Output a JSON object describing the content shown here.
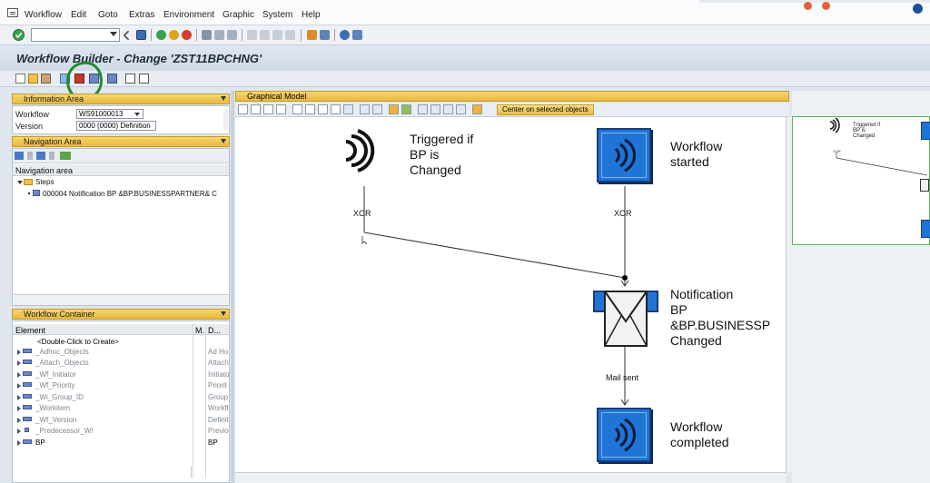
{
  "menu": {
    "items": [
      "Workflow",
      "Edit",
      "Goto",
      "Extras",
      "Environment",
      "Graphic",
      "System",
      "Help"
    ]
  },
  "title": "Workflow Builder - Change 'ZST11BPCHNG'",
  "information_area": {
    "header": "Information Area",
    "workflow_label": "Workflow",
    "workflow_value": "WS91000013",
    "version_label": "Version",
    "version_value": "0000 (0000) Definition"
  },
  "navigation_area": {
    "header": "Navigation Area",
    "subheader": "Navigation area",
    "steps_label": "Steps",
    "step_item": "000004 Notification BP &BP.BUSINESSPARTNER& C"
  },
  "workflow_container": {
    "header": "Workflow Container",
    "columns": [
      "Element",
      "M.",
      "D..."
    ],
    "rows": [
      {
        "element": "<Double-Click to Create>",
        "desc": ""
      },
      {
        "element": "_Adhoc_Objects",
        "desc": "Ad Ho"
      },
      {
        "element": "_Attach_Objects",
        "desc": "Attach"
      },
      {
        "element": "_Wf_Initiator",
        "desc": "Initiato"
      },
      {
        "element": "_Wf_Priority",
        "desc": "Priorit"
      },
      {
        "element": "_Wi_Group_ID",
        "desc": "Group"
      },
      {
        "element": "_Workitem",
        "desc": "Workfl"
      },
      {
        "element": "_Wf_Version",
        "desc": "Definit"
      },
      {
        "element": "_Predecessor_Wi",
        "desc": "Previo"
      },
      {
        "element": "BP",
        "desc": "BP"
      }
    ]
  },
  "graphical_model": {
    "header": "Graphical Model",
    "center_button": "Center on selected objects",
    "nodes": {
      "trigger": "Triggered if\nBP is\nChanged",
      "started": "Workflow\nstarted",
      "notification": "Notification\nBP\n&BP.BUSINESSP\nChanged",
      "completed": "Workflow\ncompleted"
    },
    "edges": {
      "xor_left": "XOR",
      "xor_right": "XOR",
      "mail_sent": "Mail sent"
    }
  },
  "overview": {
    "trigger": "Triggered if\nBP is\nChanged",
    "xor": "XOR"
  },
  "colors": {
    "accent_yellow": "#e9b93d",
    "node_blue": "#1f74d6",
    "annotation_green": "#1f8b2a"
  }
}
